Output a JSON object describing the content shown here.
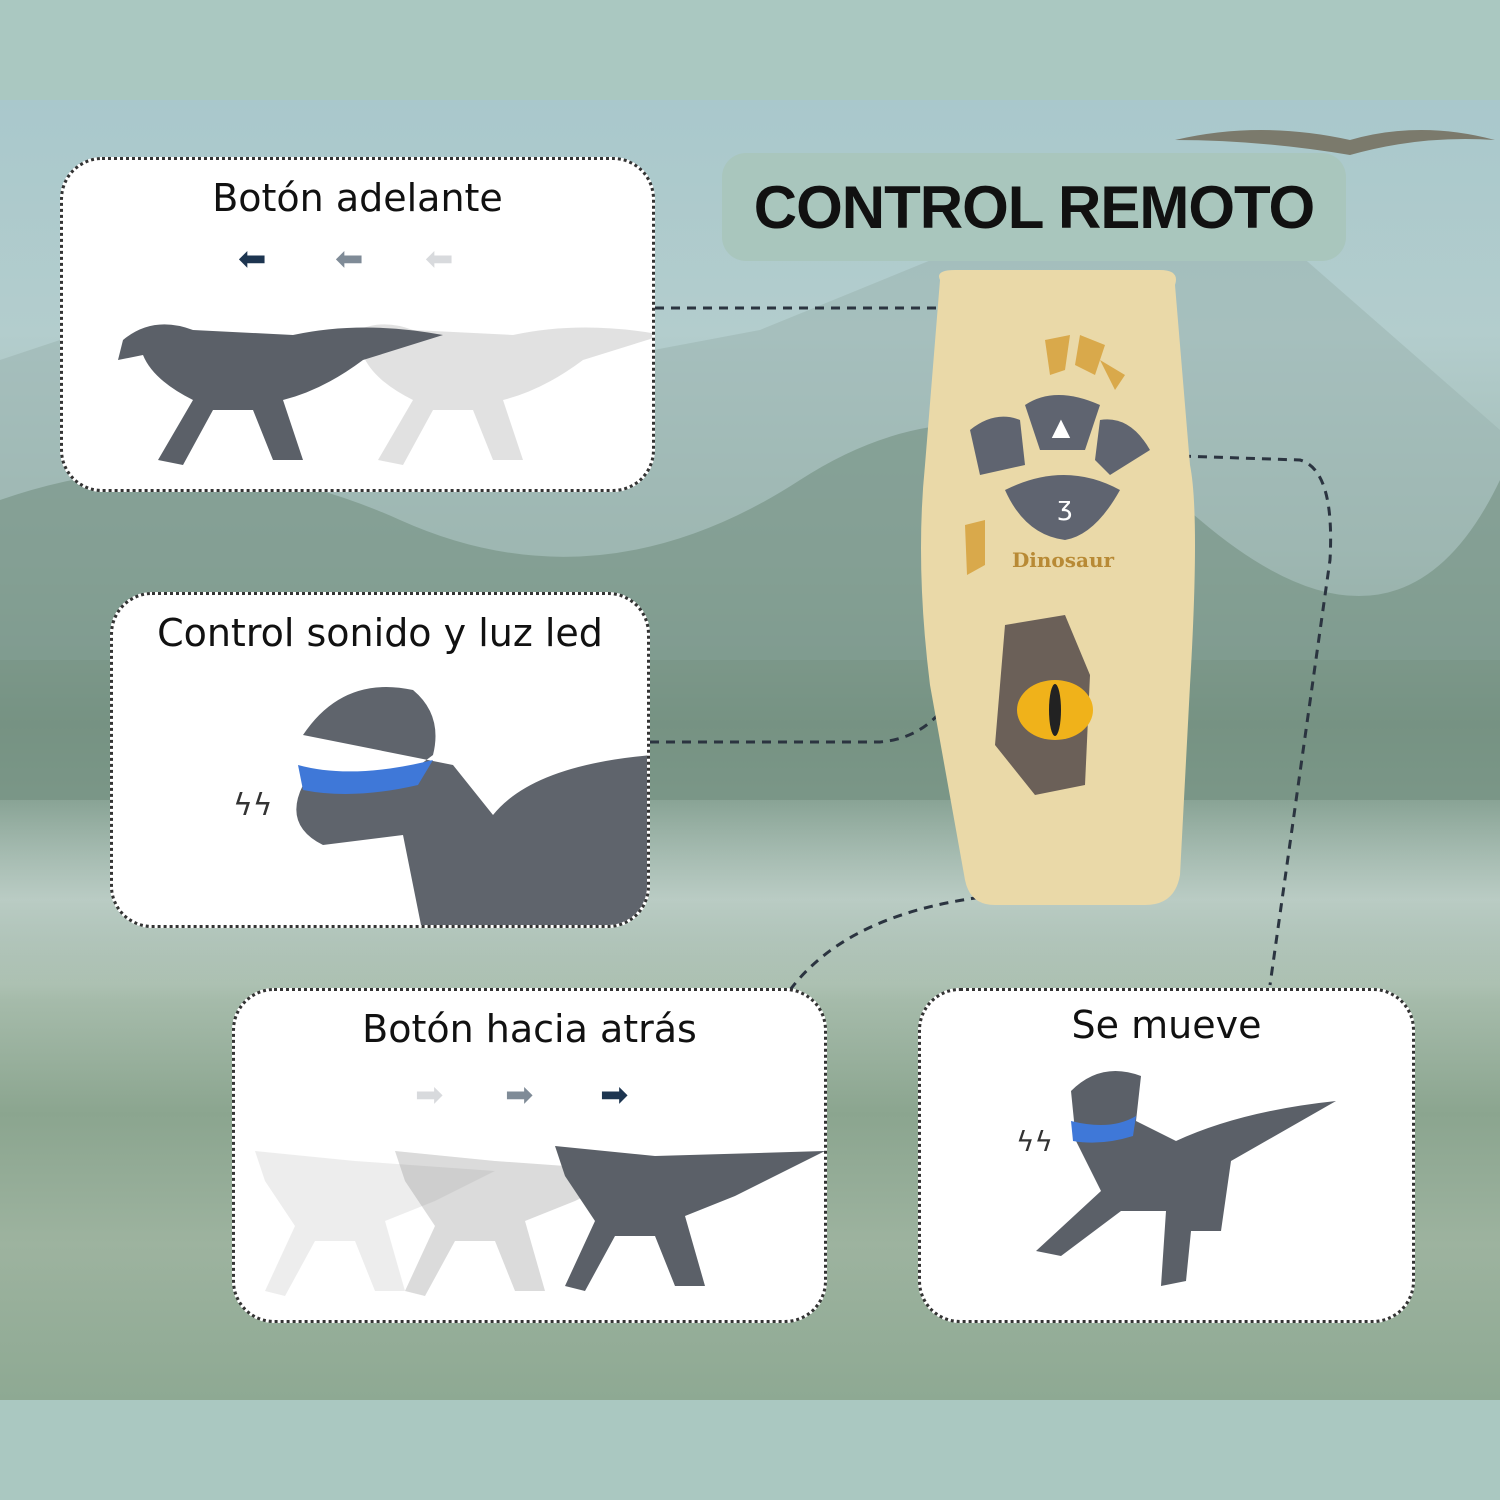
{
  "title": "CONTROL REMOTO",
  "remote": {
    "brand": "Dinosaur"
  },
  "cards": [
    {
      "label": "Botón adelante"
    },
    {
      "label": "Control sonido y luz led"
    },
    {
      "label": "Botón hacia atrás"
    },
    {
      "label": "Se mueve"
    }
  ],
  "colors": {
    "band": "#aac8c1",
    "pill": "#a9c6bd",
    "remote": "#ead9a8",
    "button": "#5f6470",
    "arrow_dark": "#1d3550"
  }
}
